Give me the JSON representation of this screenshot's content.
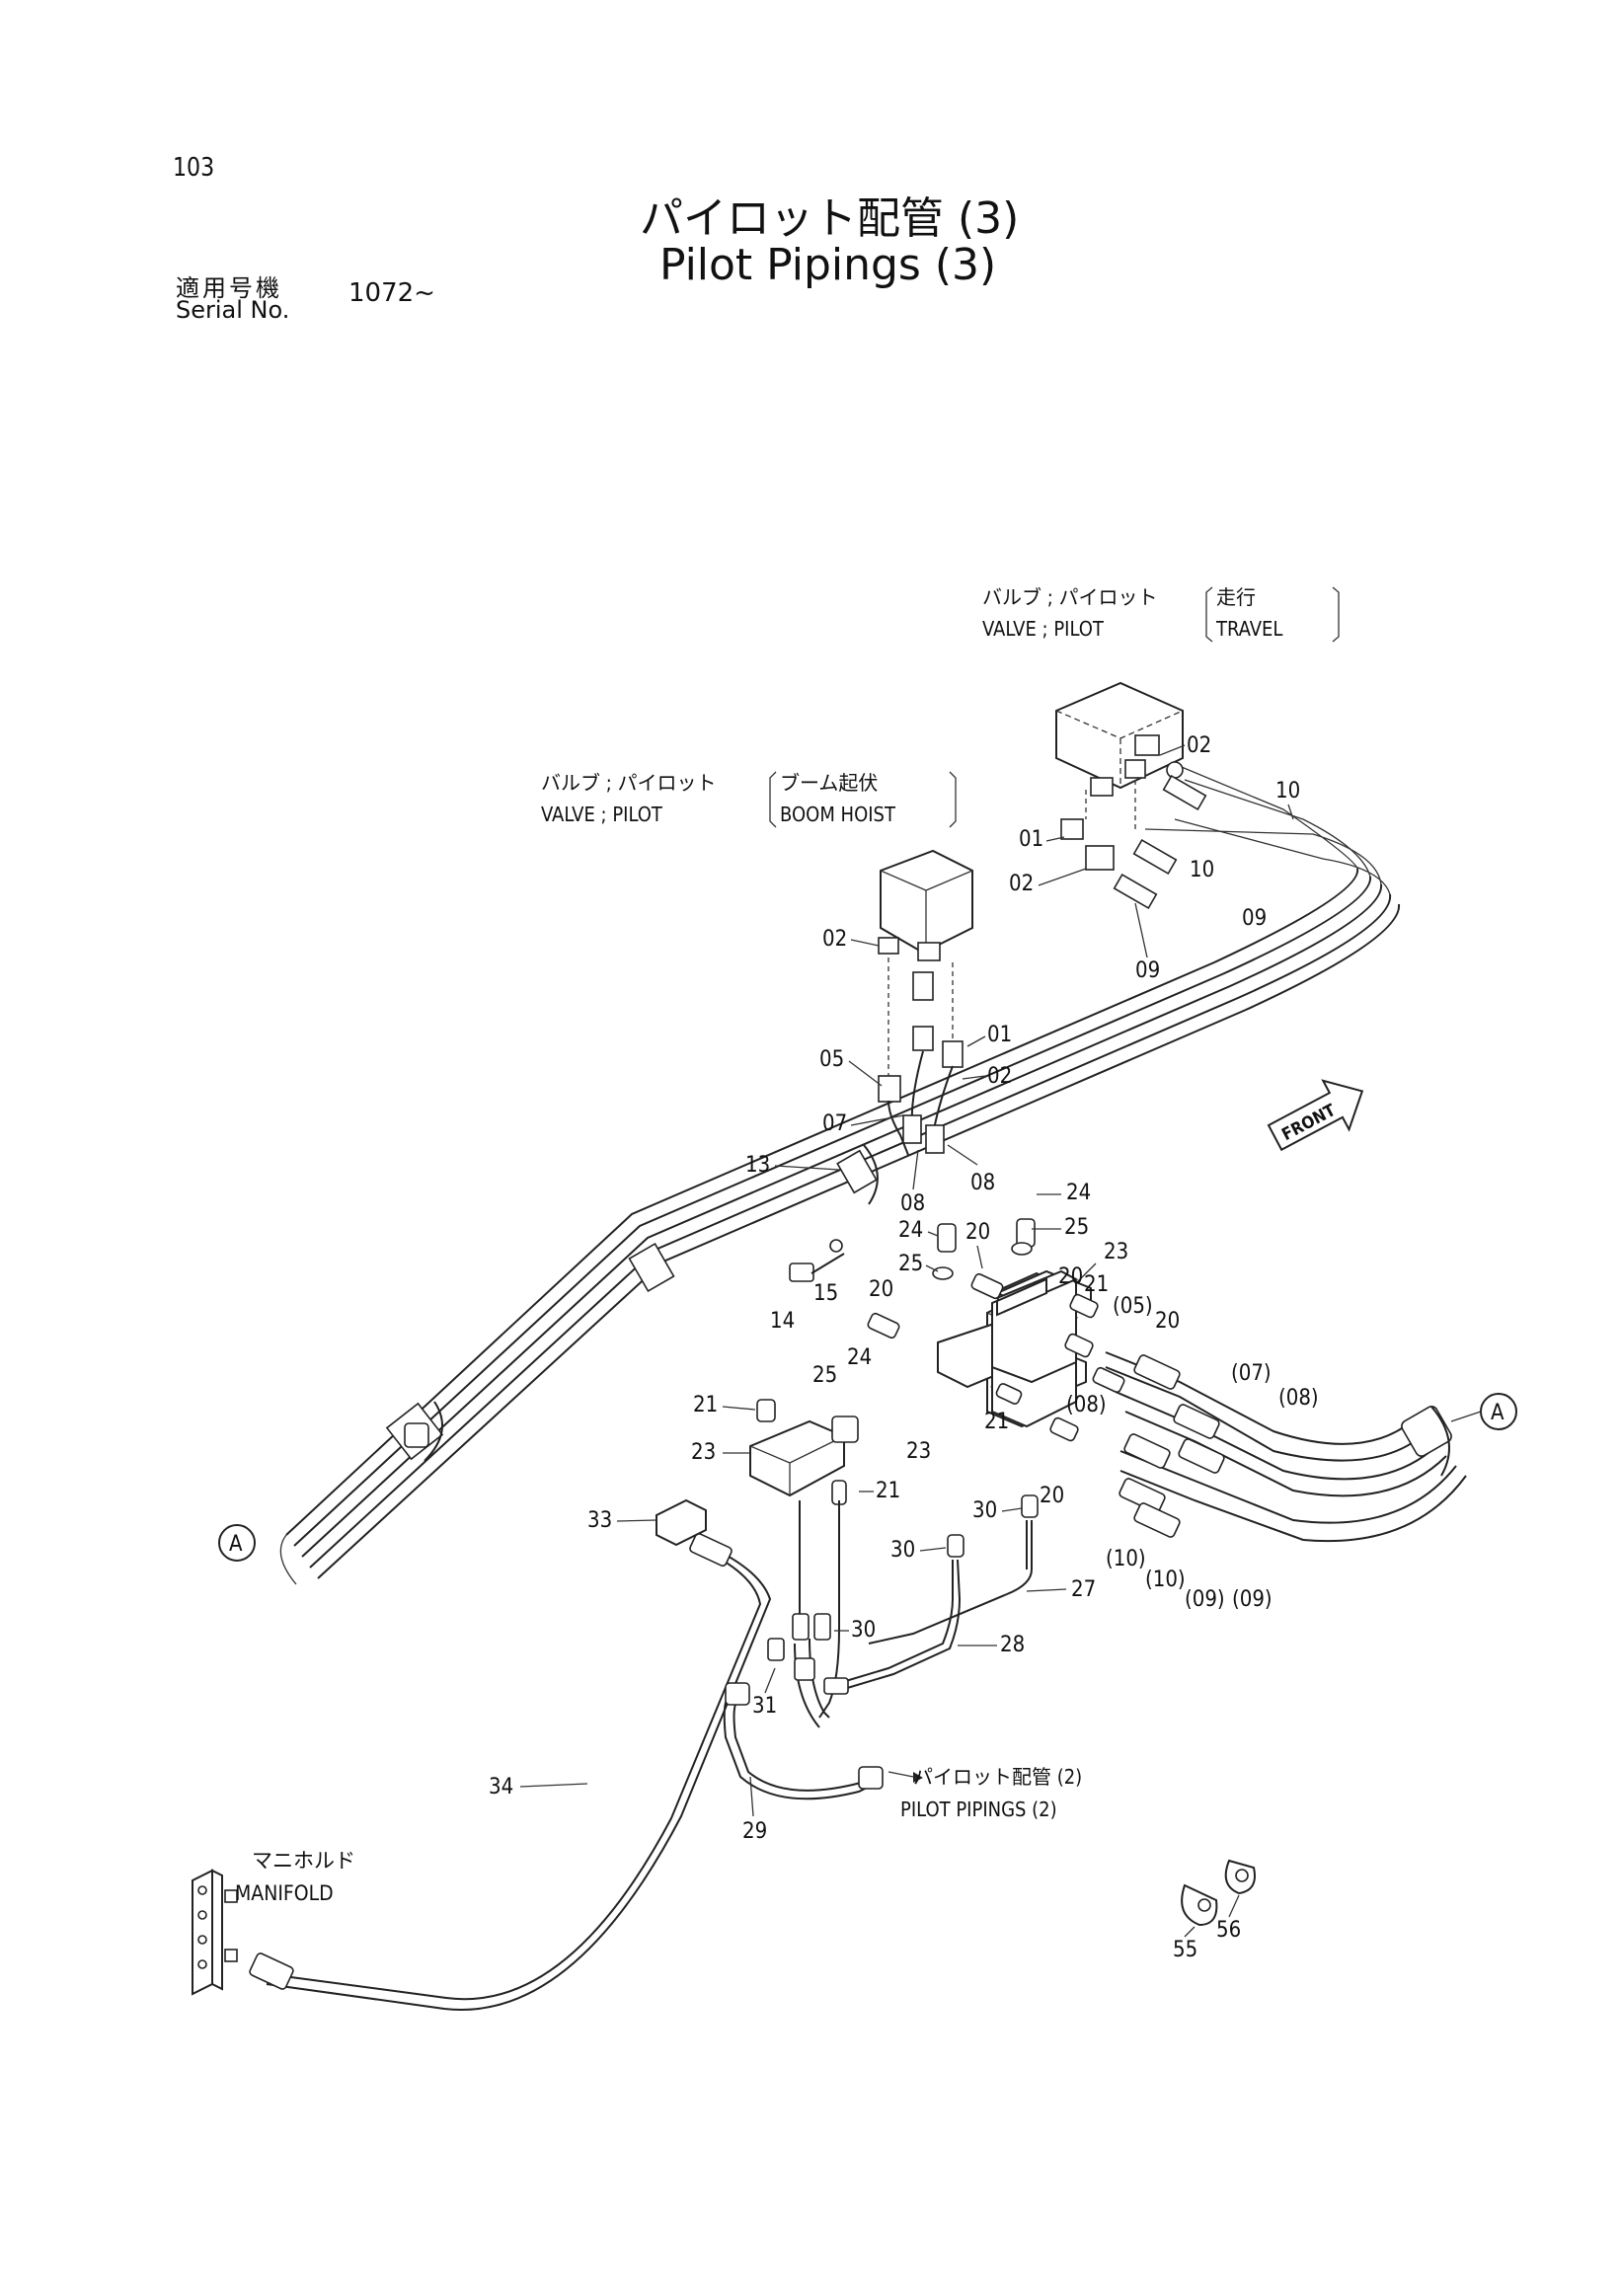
{
  "page_number": "103",
  "title_jp": "パイロット配管 (3)",
  "title_en": "Pilot Pipings (3)",
  "serial_label_jp": "適用号機",
  "serial_label_en": "Serial No.",
  "serial_value": "1072~",
  "front_label": "FRONT",
  "views": {
    "a_left": "A",
    "a_right": "A"
  },
  "callouts": {
    "travel_valve": {
      "jp": "バルブ ; パイロット",
      "jp_sub": "走行",
      "en": "VALVE ; PILOT",
      "en_sub": "TRAVEL"
    },
    "boom_valve": {
      "jp": "バルブ ; パイロット",
      "jp_sub": "ブーム起伏",
      "en": "VALVE ; PILOT",
      "en_sub": "BOOM HOIST"
    },
    "pilot_pipings_2": {
      "jp": "パイロット配管 (2)",
      "en": "PILOT PIPINGS (2)"
    },
    "manifold": {
      "jp": "マニホルド",
      "en": "MANIFOLD"
    }
  },
  "part_labels": [
    {
      "id": "tv02",
      "text": "02"
    },
    {
      "id": "tv10",
      "text": "10"
    },
    {
      "id": "tv01",
      "text": "01"
    },
    {
      "id": "tv02b",
      "text": "02"
    },
    {
      "id": "tv10b",
      "text": "10"
    },
    {
      "id": "tv09",
      "text": "09"
    },
    {
      "id": "tv09b",
      "text": "09"
    },
    {
      "id": "bh02",
      "text": "02"
    },
    {
      "id": "bh01",
      "text": "01"
    },
    {
      "id": "bh05",
      "text": "05"
    },
    {
      "id": "bh02b",
      "text": "02"
    },
    {
      "id": "bh07",
      "text": "07"
    },
    {
      "id": "bh13",
      "text": "13"
    },
    {
      "id": "bh08",
      "text": "08"
    },
    {
      "id": "bh08b",
      "text": "08"
    },
    {
      "id": "p24a",
      "text": "24"
    },
    {
      "id": "p25a",
      "text": "25"
    },
    {
      "id": "p24b",
      "text": "24"
    },
    {
      "id": "p20a",
      "text": "20"
    },
    {
      "id": "p23a",
      "text": "23"
    },
    {
      "id": "p25b",
      "text": "25"
    },
    {
      "id": "p20b",
      "text": "20"
    },
    {
      "id": "p21a",
      "text": "21"
    },
    {
      "id": "p05p",
      "text": "(05)"
    },
    {
      "id": "p20c",
      "text": "20"
    },
    {
      "id": "p20d",
      "text": "20"
    },
    {
      "id": "p14",
      "text": "14"
    },
    {
      "id": "p15",
      "text": "15"
    },
    {
      "id": "p07p",
      "text": "(07)"
    },
    {
      "id": "p08p",
      "text": "(08)"
    },
    {
      "id": "p08q",
      "text": "(08)"
    },
    {
      "id": "p21b",
      "text": "21"
    },
    {
      "id": "p25c",
      "text": "25"
    },
    {
      "id": "p24c",
      "text": "24"
    },
    {
      "id": "p23b",
      "text": "23"
    },
    {
      "id": "p21c",
      "text": "21"
    },
    {
      "id": "p23c",
      "text": "23"
    },
    {
      "id": "p20e",
      "text": "20"
    },
    {
      "id": "p21d",
      "text": "21"
    },
    {
      "id": "p33",
      "text": "33"
    },
    {
      "id": "p30a",
      "text": "30"
    },
    {
      "id": "p30b",
      "text": "30"
    },
    {
      "id": "p10p",
      "text": "(10)"
    },
    {
      "id": "p10q",
      "text": "(10)"
    },
    {
      "id": "p09p",
      "text": "(09)"
    },
    {
      "id": "p09q",
      "text": "(09)"
    },
    {
      "id": "p27",
      "text": "27"
    },
    {
      "id": "p30c",
      "text": "30"
    },
    {
      "id": "p28",
      "text": "28"
    },
    {
      "id": "p31",
      "text": "31"
    },
    {
      "id": "p34",
      "text": "34"
    },
    {
      "id": "p29",
      "text": "29"
    },
    {
      "id": "p55",
      "text": "55"
    },
    {
      "id": "p56",
      "text": "56"
    }
  ]
}
